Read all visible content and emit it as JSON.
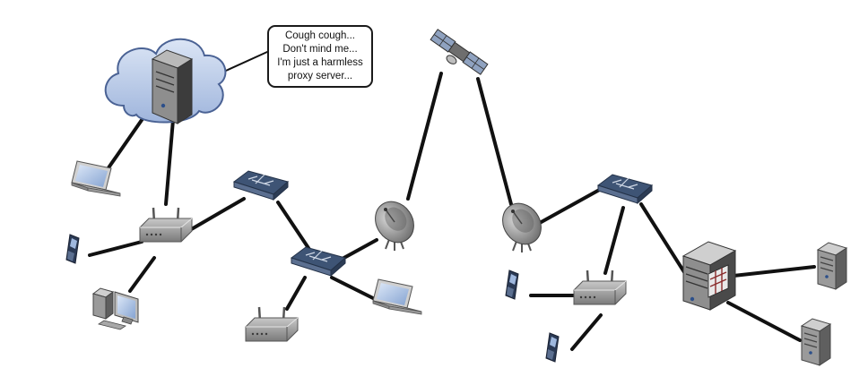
{
  "callout": {
    "lines": [
      "Cough cough...",
      "Don't mind me...",
      "I'm just a harmless",
      "proxy server..."
    ]
  },
  "colors": {
    "link": "#111111",
    "cloud_fill": "#b8c9e6",
    "cloud_stroke": "#4a6294",
    "device_body": "#8c8c8c",
    "switch_top": "#3e5475",
    "server_body": "#6e6e6e",
    "screen_blue": "#9fb8de"
  },
  "nodes": [
    {
      "id": "proxy-cloud-server",
      "icon": "cloud-server-icon"
    },
    {
      "id": "laptop-left",
      "icon": "laptop-icon"
    },
    {
      "id": "router-left",
      "icon": "wireless-router-icon"
    },
    {
      "id": "phone-left",
      "icon": "mobile-phone-icon"
    },
    {
      "id": "desktop-pc",
      "icon": "desktop-computer-icon"
    },
    {
      "id": "switch-top-left",
      "icon": "network-switch-icon"
    },
    {
      "id": "switch-mid-left",
      "icon": "network-switch-icon"
    },
    {
      "id": "router-bottom",
      "icon": "wireless-router-icon"
    },
    {
      "id": "laptop-mid",
      "icon": "laptop-icon"
    },
    {
      "id": "dish-left",
      "icon": "satellite-dish-icon"
    },
    {
      "id": "satellite",
      "icon": "satellite-icon"
    },
    {
      "id": "dish-right",
      "icon": "satellite-dish-icon"
    },
    {
      "id": "switch-right",
      "icon": "network-switch-icon"
    },
    {
      "id": "router-right",
      "icon": "wireless-router-icon"
    },
    {
      "id": "phone-right-1",
      "icon": "mobile-phone-icon"
    },
    {
      "id": "phone-right-2",
      "icon": "mobile-phone-icon"
    },
    {
      "id": "firewall-server",
      "icon": "firewall-server-icon"
    },
    {
      "id": "server-right-top",
      "icon": "server-tower-icon"
    },
    {
      "id": "server-right-bottom",
      "icon": "server-tower-icon"
    }
  ]
}
